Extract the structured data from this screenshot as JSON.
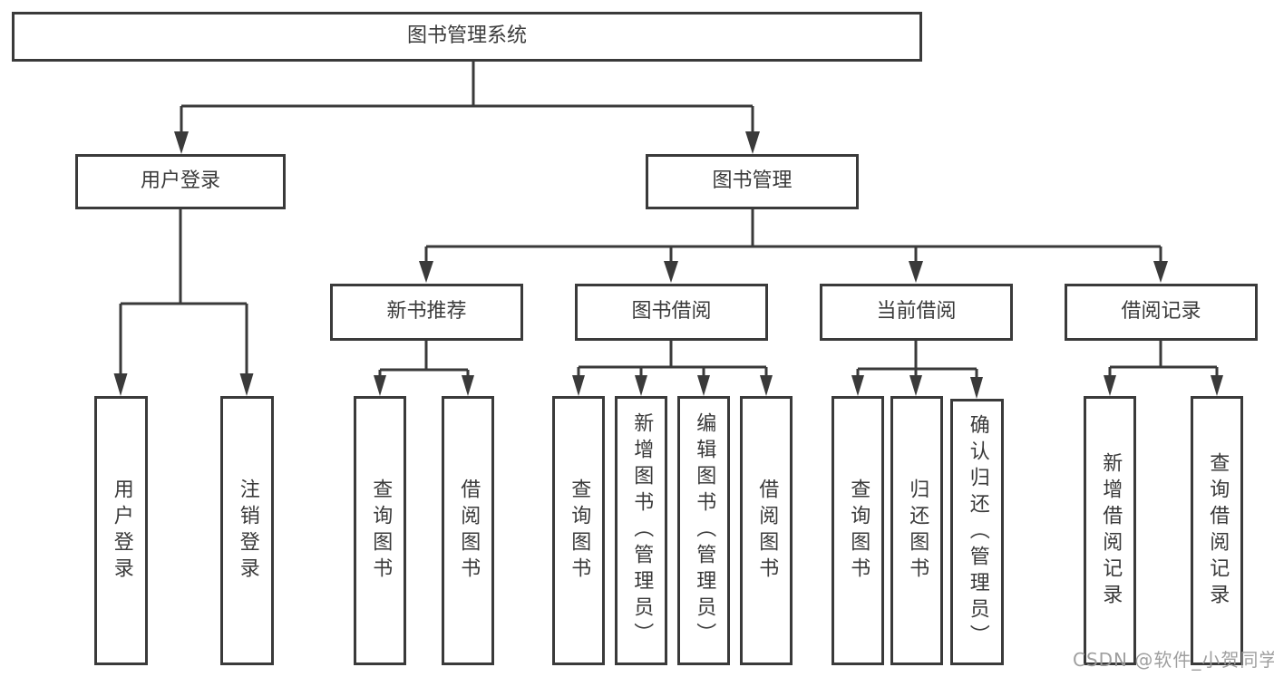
{
  "diagram": {
    "root": {
      "label": "图书管理系统"
    },
    "branches": [
      {
        "label": "用户登录",
        "children": [
          {
            "label": "用户登录"
          },
          {
            "label": "注销登录"
          }
        ]
      },
      {
        "label": "图书管理",
        "children": [
          {
            "label": "新书推荐",
            "children": [
              {
                "label": "查询图书"
              },
              {
                "label": "借阅图书"
              }
            ]
          },
          {
            "label": "图书借阅",
            "children": [
              {
                "label": "查询图书"
              },
              {
                "label": "新增图书（管理员）"
              },
              {
                "label": "编辑图书（管理员）"
              },
              {
                "label": "借阅图书"
              }
            ]
          },
          {
            "label": "当前借阅",
            "children": [
              {
                "label": "查询图书"
              },
              {
                "label": "归还图书"
              },
              {
                "label": "确认归还（管理员）"
              }
            ]
          },
          {
            "label": "借阅记录",
            "children": [
              {
                "label": "新增借阅记录"
              },
              {
                "label": "查询借阅记录"
              }
            ]
          }
        ]
      }
    ]
  },
  "watermark": {
    "text": "CSDN @软件_小贺同学"
  },
  "colors": {
    "line": "#3a3a3a",
    "text": "#3a3a3a",
    "box_background": "#ffffff",
    "page_background": "#ffffff",
    "watermark": "#9a9a9a"
  }
}
